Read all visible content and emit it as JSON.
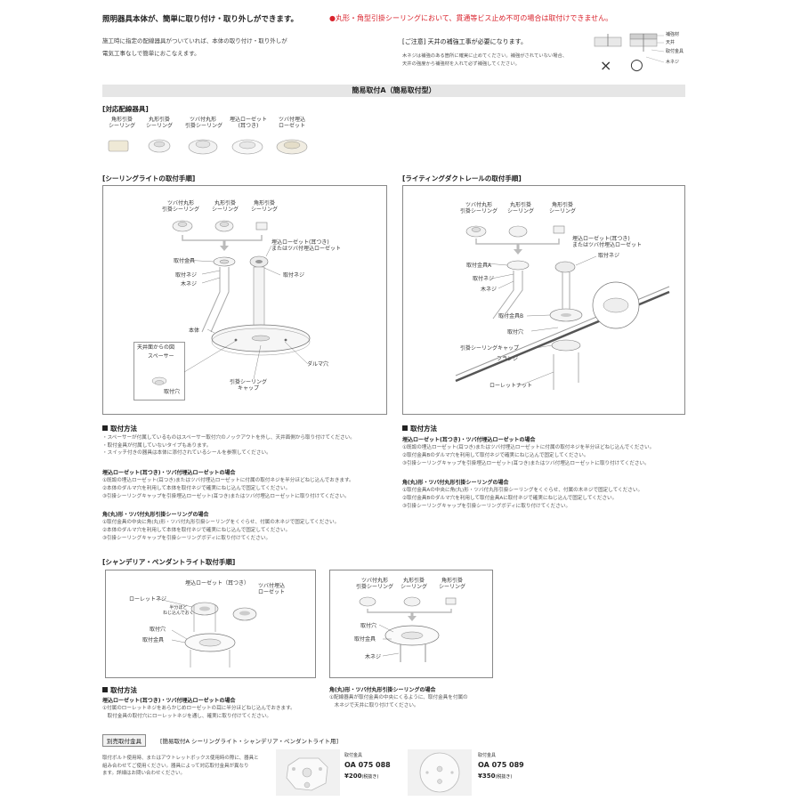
{
  "intro": {
    "title": "照明器具本体が、簡単に取り付け・取り外しができます。",
    "line1": "施工時に指定の配線器具がついていれば、本体の取り付け・取り外しが",
    "line2": "電気工事なしで簡単におこなえます。"
  },
  "warning": {
    "text": "●丸形・角型引掛シーリングにおいて、貫通等ビス止め不可の場合は取付けできません。",
    "color": "#d9232d"
  },
  "caution": {
    "title": "[ご注意] 天井の補強工事が必要になります。",
    "line1": "木ネジは補強のある箇所に確実に止めてください。補強がされていない場合、",
    "line2": "天井の強度から補強材を入れて必ず補強してください。",
    "labels": [
      "補強材",
      "天井",
      "取付金具",
      "木ネジ"
    ],
    "ng_mark": "×",
    "ok_mark": "○"
  },
  "banner": "簡易取付A（簡易取付型）",
  "devices": {
    "title": "[対応配線器具]",
    "items": [
      "角形引掛\nシーリング",
      "丸形引掛\nシーリング",
      "ツバ付丸形\n引掛シーリング",
      "埋込ローゼット\n(耳つき)",
      "ツバ付埋込\nローゼット"
    ]
  },
  "ceiling_panel": {
    "title": "[シーリングライトの取付手順]",
    "labels": {
      "a": "ツバ付丸形\n引掛シーリング",
      "b": "丸形引掛\nシーリング",
      "c": "角形引掛\nシーリング",
      "rosette": "埋込ローゼット(耳つき)\nまたはツバ付埋込ローゼット",
      "bracket": "取付金具",
      "screw": "取付ネジ",
      "wood": "木ネジ",
      "screw2": "取付ネジ",
      "body": "本体",
      "cap": "引掛シーリング\nキャップ",
      "daruma": "ダルマ穴",
      "inset_title": "天井面からの図",
      "spacer": "スペーサー",
      "hole": "取付穴"
    }
  },
  "duct_panel": {
    "title": "[ライティングダクトレールの取付手順]",
    "labels": {
      "a": "ツバ付丸形\n引掛シーリング",
      "b": "丸形引掛\nシーリング",
      "c": "角形引掛\nシーリング",
      "rosette": "埋込ローゼット(耳つき)\nまたはツバ付埋込ローゼット",
      "bracket_a": "取付金具A",
      "screw": "取付ネジ",
      "wood": "木ネジ",
      "screw2": "取付ネジ",
      "bracket_b": "取付金具B",
      "hole": "取付穴",
      "cap": "引掛シーリングキャップ",
      "flange": "フランジ",
      "nut": "ローレットナット"
    }
  },
  "method_left": {
    "heading": "取付方法",
    "lines": [
      "・スペーサーが付属しているものはスペーサー取付穴のノックアウトを外し、天井面側から取り付けてください。",
      "・取付金具が付属していないタイプもあります。",
      "・スイッチ付きの器具は本体に添付されているシールを参照してください。"
    ],
    "sub1": "埋込ローゼット(耳つき)・ツバ付埋込ローゼットの場合",
    "sub1_lines": [
      "①既設の埋込ローゼット(耳つき)またはツバ付埋込ローゼットに付属の取付ネジを半分ほどねじ込んでおきます。",
      "②本体のダルマ穴を利用して本体を取付ネジで確実にねじ込んで固定してください。",
      "③引掛シーリングキャップを引掛埋込ローゼット(耳つき)またはツバ付埋込ローゼットに取り付けてください。"
    ],
    "sub2": "角(丸)形・ツバ付丸形引掛シーリングの場合",
    "sub2_lines": [
      "①取付金具の中央に角(丸)形・ツバ付丸形引掛シーリングをくぐらせ、付属の木ネジで固定してください。",
      "②本体のダルマ穴を利用して本体を取付ネジで確実にねじ込んで固定してください。",
      "③引掛シーリングキャップを引掛シーリングボディに取り付けてください。"
    ]
  },
  "method_right": {
    "heading": "取付方法",
    "sub1": "埋込ローゼット(耳つき)・ツバ付埋込ローゼットの場合",
    "sub1_lines": [
      "①既設の埋込ローゼット(耳つき)またはツバ付埋込ローゼットに付属の取付ネジを半分ほどねじ込んでください。",
      "②取付金具Bのダルマ穴を利用して取付ネジで確実にねじ込んで固定してください。",
      "③引掛シーリングキャップを引掛埋込ローゼット(耳つき)またはツバ付埋込ローゼットに取り付けてください。"
    ],
    "sub2": "角(丸)形・ツバ付丸形引掛シーリングの場合",
    "sub2_lines": [
      "①取付金具Aの中央に角(丸)形・ツバ付丸形引掛シーリングをくぐらせ、付属の木ネジで固定してください。",
      "②取付金具Bのダルマ穴を利用して取付金具Aに取付ネジで確実にねじ込んで固定してください。",
      "③引掛シーリングキャップを引掛シーリングボディに取り付けてください。"
    ]
  },
  "chandelier": {
    "title": "[シャンデリア・ペンダントライト取付手順]",
    "left_labels": {
      "rosette": "埋込ローゼット（耳つき）",
      "tsuba": "ツバ付埋込\nローゼット",
      "knurl": "ローレットネジ",
      "half": "半分ほど\nねじ込んでおく",
      "hole": "取付穴",
      "bracket": "取付金具"
    },
    "right_labels": {
      "a": "ツバ付丸形\n引掛シーリング",
      "b": "丸形引掛\nシーリング",
      "c": "角形引掛\nシーリング",
      "hole": "取付穴",
      "bracket": "取付金具",
      "wood": "木ネジ"
    },
    "heading_left": "取付方法",
    "sub_left": "埋込ローゼット(耳つき)・ツバ付埋込ローゼットの場合",
    "lines_left": [
      "①付属のローレットネジをあらかじめローゼットの耳に半分ほどねじ込んでおきます。",
      "　取付金具の取付穴にローレットネジを通し、確実に取り付けてください。"
    ],
    "sub_right": "角(丸)形・ツバ付丸形引掛シーリングの場合",
    "lines_right": [
      "①配線器具が取付金具の中央にくるように、取付金具を付属の",
      "　木ネジで天井に取り付けてください。"
    ]
  },
  "optional": {
    "badge": "別売取付金具",
    "title": "[簡易取付A シーリングライト・シャンデリア・ペンダントライト用]",
    "desc": [
      "取付ボルト使用時、またはアウトレットボックス使用時の際に、器具と",
      "組み合わせてご使用ください。器具によって対応取付金具が異なり",
      "ます。詳細はお問い合わせください。"
    ],
    "products": [
      {
        "label": "取付金具",
        "code": "OA 075 088",
        "price": "¥200",
        "tax": "(税抜き)"
      },
      {
        "label": "取付金具",
        "code": "OA 075 089",
        "price": "¥350",
        "tax": "(税抜き)"
      }
    ]
  }
}
